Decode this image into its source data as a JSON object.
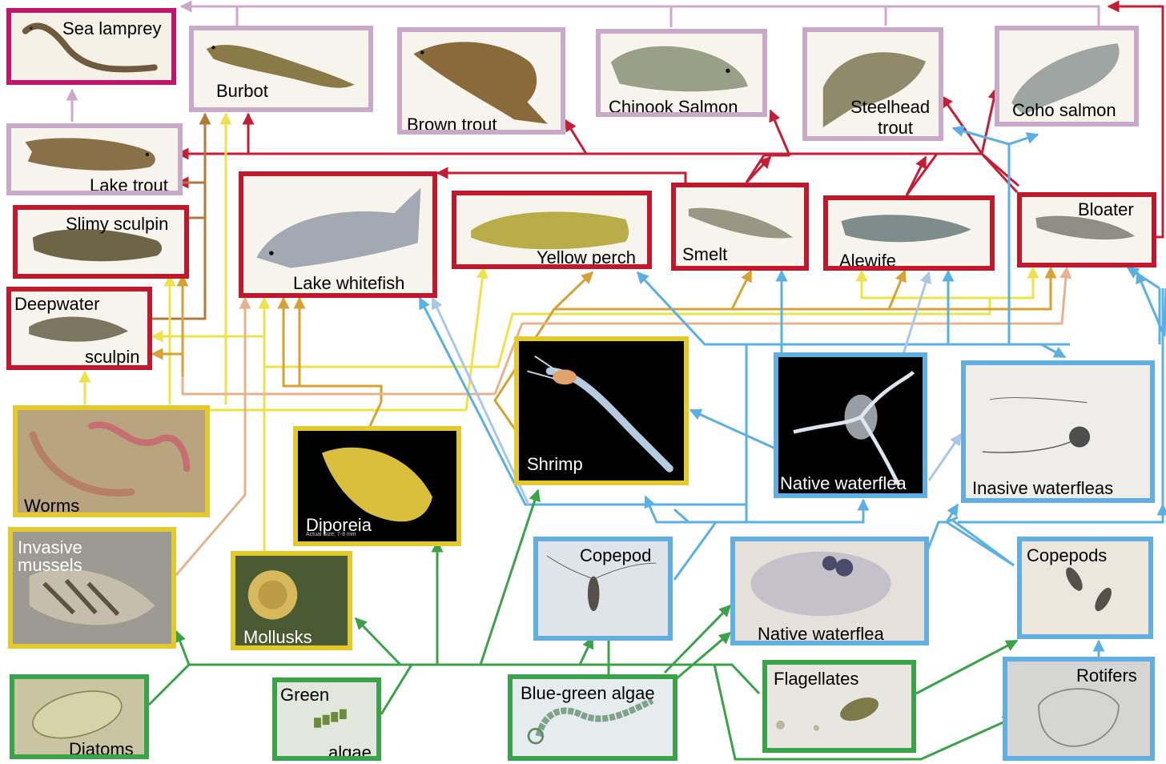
{
  "colors": {
    "top_predator": "#c8aac8",
    "fish": "#c0182c",
    "lamprey": "#c0156a",
    "invertebrate": "#e2c92c",
    "zooplankton": "#62aee0",
    "phytoplankton": "#3aa34a",
    "arrow_red": "#c41e34",
    "arrow_lilac": "#cda8cd",
    "arrow_yellow": "#ede24a",
    "arrow_gold": "#d9a033",
    "arrow_brown": "#b07a3c",
    "arrow_peach": "#e6b38e",
    "arrow_blue": "#5ab0e4",
    "arrow_paleblue": "#a9c7e6",
    "arrow_green": "#3aa34a"
  },
  "nodes": {
    "sea_lamprey": {
      "label": "Sea lamprey",
      "icon": "lamprey-illustration"
    },
    "burbot": {
      "label": "Burbot",
      "icon": "fish-illustration"
    },
    "brown_trout": {
      "label": "Brown trout",
      "icon": "fish-illustration"
    },
    "chinook_salmon": {
      "label": "Chinook Salmon",
      "icon": "fish-illustration"
    },
    "steelhead_trout": {
      "label_1": "Steelhead",
      "label_2": "trout",
      "icon": "fish-illustration"
    },
    "coho_salmon": {
      "label": "Coho salmon",
      "icon": "fish-illustration"
    },
    "lake_trout": {
      "label": "Lake trout",
      "icon": "fish-illustration"
    },
    "slimy_sculpin": {
      "label": "Slimy sculpin",
      "icon": "fish-illustration"
    },
    "lake_whitefish": {
      "label": "Lake whitefish",
      "icon": "fish-illustration"
    },
    "yellow_perch": {
      "label": "Yellow perch",
      "icon": "fish-illustration"
    },
    "smelt": {
      "label": "Smelt",
      "icon": "fish-illustration"
    },
    "alewife": {
      "label": "Alewife",
      "icon": "fish-illustration"
    },
    "bloater": {
      "label": "Bloater",
      "icon": "fish-illustration"
    },
    "deepwater_sculpin": {
      "label_1": "Deepwater",
      "label_2": "sculpin",
      "icon": "fish-illustration"
    },
    "worms": {
      "label": "Worms",
      "icon": "worm-photo"
    },
    "shrimp": {
      "label": "Shrimp",
      "icon": "shrimp-photo"
    },
    "native_waterflea_top": {
      "label": "Native waterflea",
      "icon": "waterflea-photo"
    },
    "invasive_waterfleas": {
      "label": "Inasive waterfleas",
      "icon": "waterflea-photo"
    },
    "diporeia": {
      "label": "Diporeia",
      "caption": "Actual Size: 7-8 mm",
      "icon": "amphipod-photo"
    },
    "invasive_mussels": {
      "label_1": "Invasive",
      "label_2": "mussels",
      "icon": "mussel-photo"
    },
    "mollusks": {
      "label": "Mollusks",
      "icon": "snail-photo"
    },
    "copepod": {
      "label": "Copepod",
      "icon": "copepod-photo"
    },
    "native_waterflea_bottom": {
      "label": "Native waterflea",
      "icon": "waterflea-photo"
    },
    "copepods": {
      "label": "Copepods",
      "icon": "copepod-photo"
    },
    "diatoms": {
      "label": "Diatoms",
      "icon": "diatom-photo"
    },
    "green_algae": {
      "label_1": "Green",
      "label_2": "algae",
      "icon": "algae-photo"
    },
    "bluegreen_algae": {
      "label": "Blue-green algae",
      "icon": "algae-photo"
    },
    "flagellates": {
      "label": "Flagellates",
      "icon": "flagellate-photo"
    },
    "rotifers": {
      "label": "Rotifers",
      "icon": "rotifer-photo"
    }
  }
}
